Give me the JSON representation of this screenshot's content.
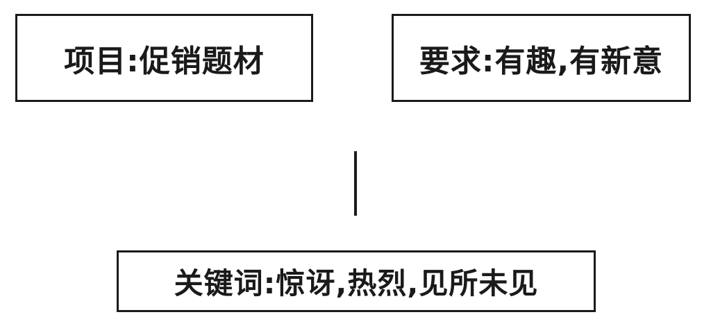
{
  "boxes": {
    "project": "项目:促销题材",
    "requirement": "要求:有趣,有新意",
    "keywords": "关键词:惊讶,热烈,见所未见"
  },
  "colors": {
    "stroke": "#1a1a1a",
    "background": "#ffffff"
  }
}
